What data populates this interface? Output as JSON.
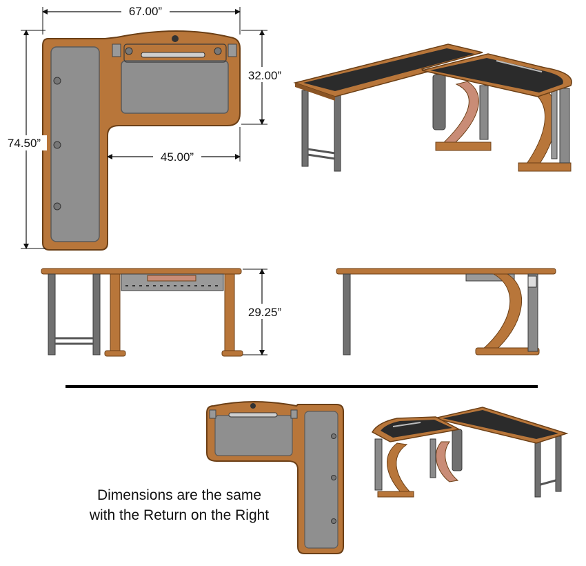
{
  "dimensions": {
    "width_total": "67.00”",
    "depth_main": "32.00”",
    "depth_total": "74.50”",
    "return_width": "45.00”",
    "height": "29.25”"
  },
  "caption": {
    "line1": "Dimensions are the same",
    "line2": "with the Return on the Right"
  },
  "colors": {
    "wood": "#b8763a",
    "wood_dark": "#7a4a1e",
    "top_gray": "#8f8f8f",
    "top_black": "#2b2b2b",
    "leg_metal": "#707070",
    "copper": "#c98c76",
    "rule": "#000000"
  }
}
